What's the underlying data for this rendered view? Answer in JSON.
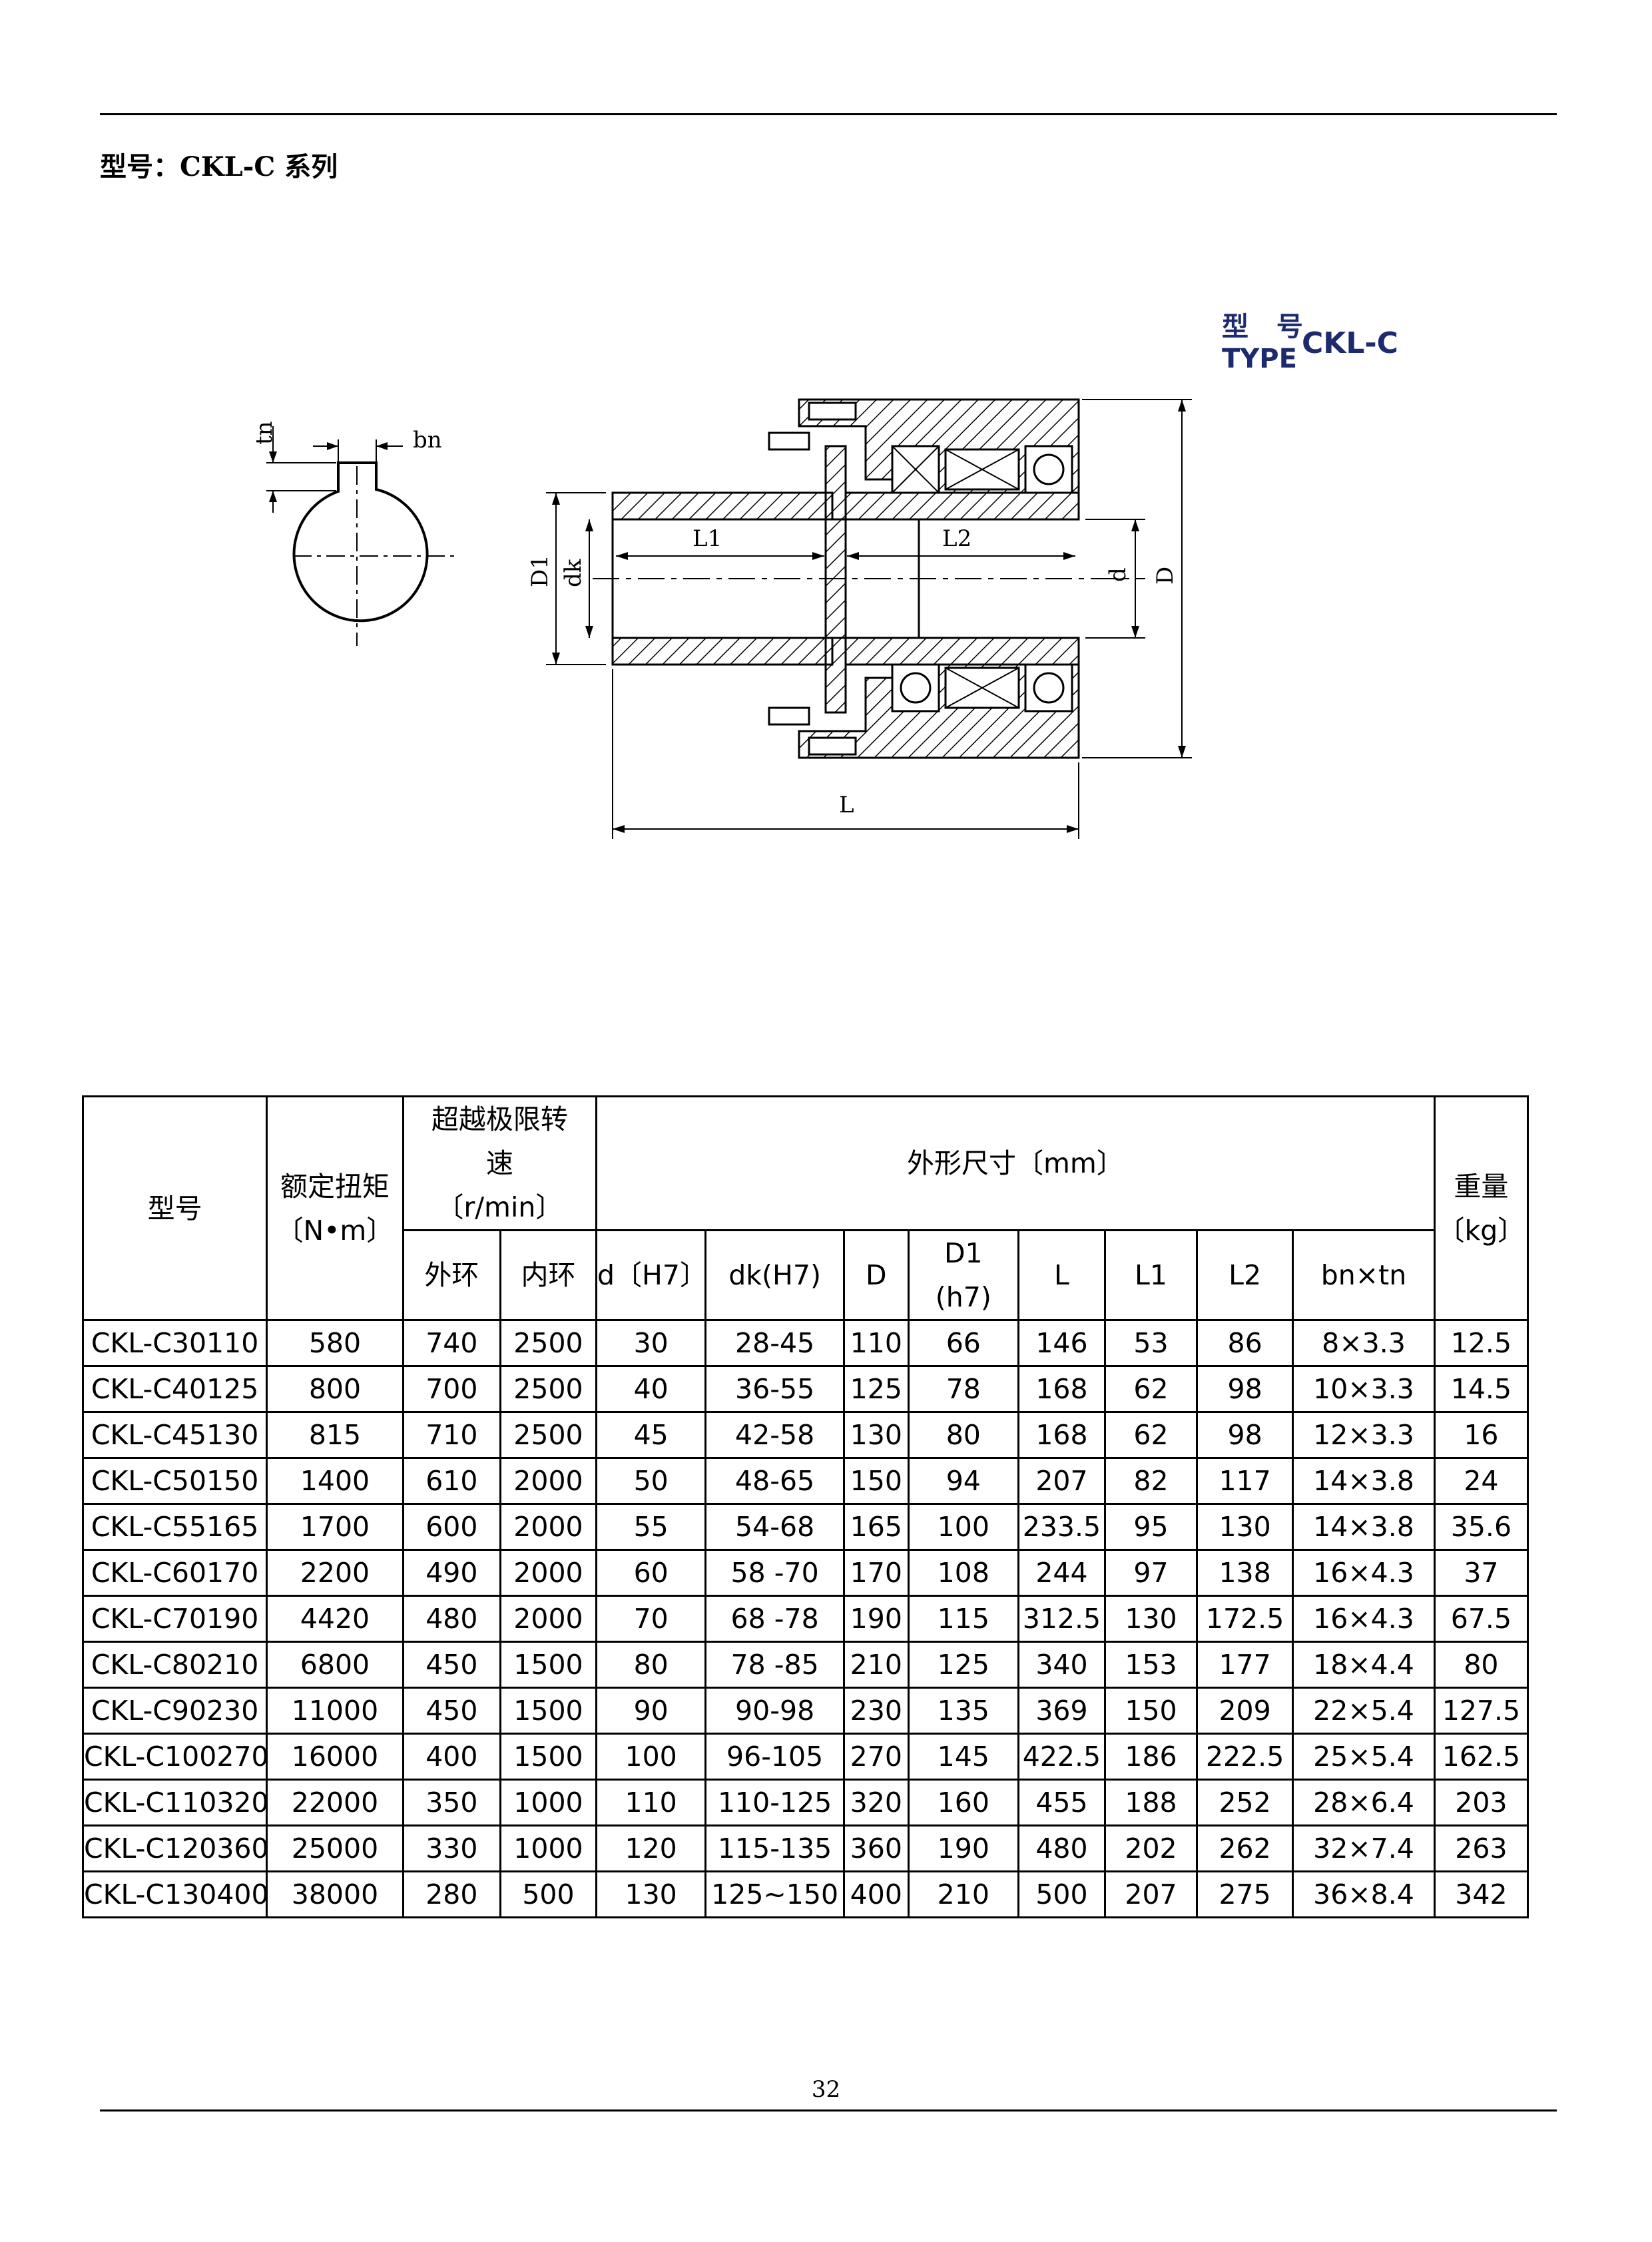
{
  "header": {
    "series_heading": "型号：CKL-C 系列"
  },
  "figure": {
    "type_label_line1": "型 号",
    "type_label_line2": "TYPE",
    "type_label_model": "CKL-C",
    "key_labels": {
      "tn": "tn",
      "bn": "bn"
    },
    "dim_labels": {
      "D1": "D1",
      "dk": "dk",
      "L1": "L1",
      "L2": "L2",
      "d": "d",
      "D": "D",
      "L": "L"
    }
  },
  "table": {
    "headers": {
      "model": "型号",
      "rated_torque": "额定扭矩",
      "rated_torque_unit": "〔N•m〕",
      "overrun_speed_1": "超越极限转",
      "overrun_speed_2": "速",
      "overrun_speed_unit": "〔r/min〕",
      "dimensions": "外形尺寸〔mm〕",
      "weight": "重量",
      "weight_unit": "〔kg〕",
      "outer_ring": "外环",
      "inner_ring": "内环",
      "d": "d〔H7〕",
      "dk": "dk(H7)",
      "D": "D",
      "D1_line1": "D1",
      "D1_line2": "(h7)",
      "L": "L",
      "L1": "L1",
      "L2": "L2",
      "bn_tn": "bn×tn"
    },
    "rows": [
      [
        "CKL-C30110",
        "580",
        "740",
        "2500",
        "30",
        "28-45",
        "110",
        "66",
        "146",
        "53",
        "86",
        "8×3.3",
        "12.5"
      ],
      [
        "CKL-C40125",
        "800",
        "700",
        "2500",
        "40",
        "36-55",
        "125",
        "78",
        "168",
        "62",
        "98",
        "10×3.3",
        "14.5"
      ],
      [
        "CKL-C45130",
        "815",
        "710",
        "2500",
        "45",
        "42-58",
        "130",
        "80",
        "168",
        "62",
        "98",
        "12×3.3",
        "16"
      ],
      [
        "CKL-C50150",
        "1400",
        "610",
        "2000",
        "50",
        "48-65",
        "150",
        "94",
        "207",
        "82",
        "117",
        "14×3.8",
        "24"
      ],
      [
        "CKL-C55165",
        "1700",
        "600",
        "2000",
        "55",
        "54-68",
        "165",
        "100",
        "233.5",
        "95",
        "130",
        "14×3.8",
        "35.6"
      ],
      [
        "CKL-C60170",
        "2200",
        "490",
        "2000",
        "60",
        "58 -70",
        "170",
        "108",
        "244",
        "97",
        "138",
        "16×4.3",
        "37"
      ],
      [
        "CKL-C70190",
        "4420",
        "480",
        "2000",
        "70",
        "68 -78",
        "190",
        "115",
        "312.5",
        "130",
        "172.5",
        "16×4.3",
        "67.5"
      ],
      [
        "CKL-C80210",
        "6800",
        "450",
        "1500",
        "80",
        "78 -85",
        "210",
        "125",
        "340",
        "153",
        "177",
        "18×4.4",
        "80"
      ],
      [
        "CKL-C90230",
        "11000",
        "450",
        "1500",
        "90",
        "90-98",
        "230",
        "135",
        "369",
        "150",
        "209",
        "22×5.4",
        "127.5"
      ],
      [
        "CKL-C100270",
        "16000",
        "400",
        "1500",
        "100",
        "96-105",
        "270",
        "145",
        "422.5",
        "186",
        "222.5",
        "25×5.4",
        "162.5"
      ],
      [
        "CKL-C110320",
        "22000",
        "350",
        "1000",
        "110",
        "110-125",
        "320",
        "160",
        "455",
        "188",
        "252",
        "28×6.4",
        "203"
      ],
      [
        "CKL-C120360",
        "25000",
        "330",
        "1000",
        "120",
        "115-135",
        "360",
        "190",
        "480",
        "202",
        "262",
        "32×7.4",
        "263"
      ],
      [
        "CKL-C130400",
        "38000",
        "280",
        "500",
        "130",
        "125~150",
        "400",
        "210",
        "500",
        "207",
        "275",
        "36×8.4",
        "342"
      ]
    ]
  },
  "footer": {
    "page_number": "32"
  }
}
